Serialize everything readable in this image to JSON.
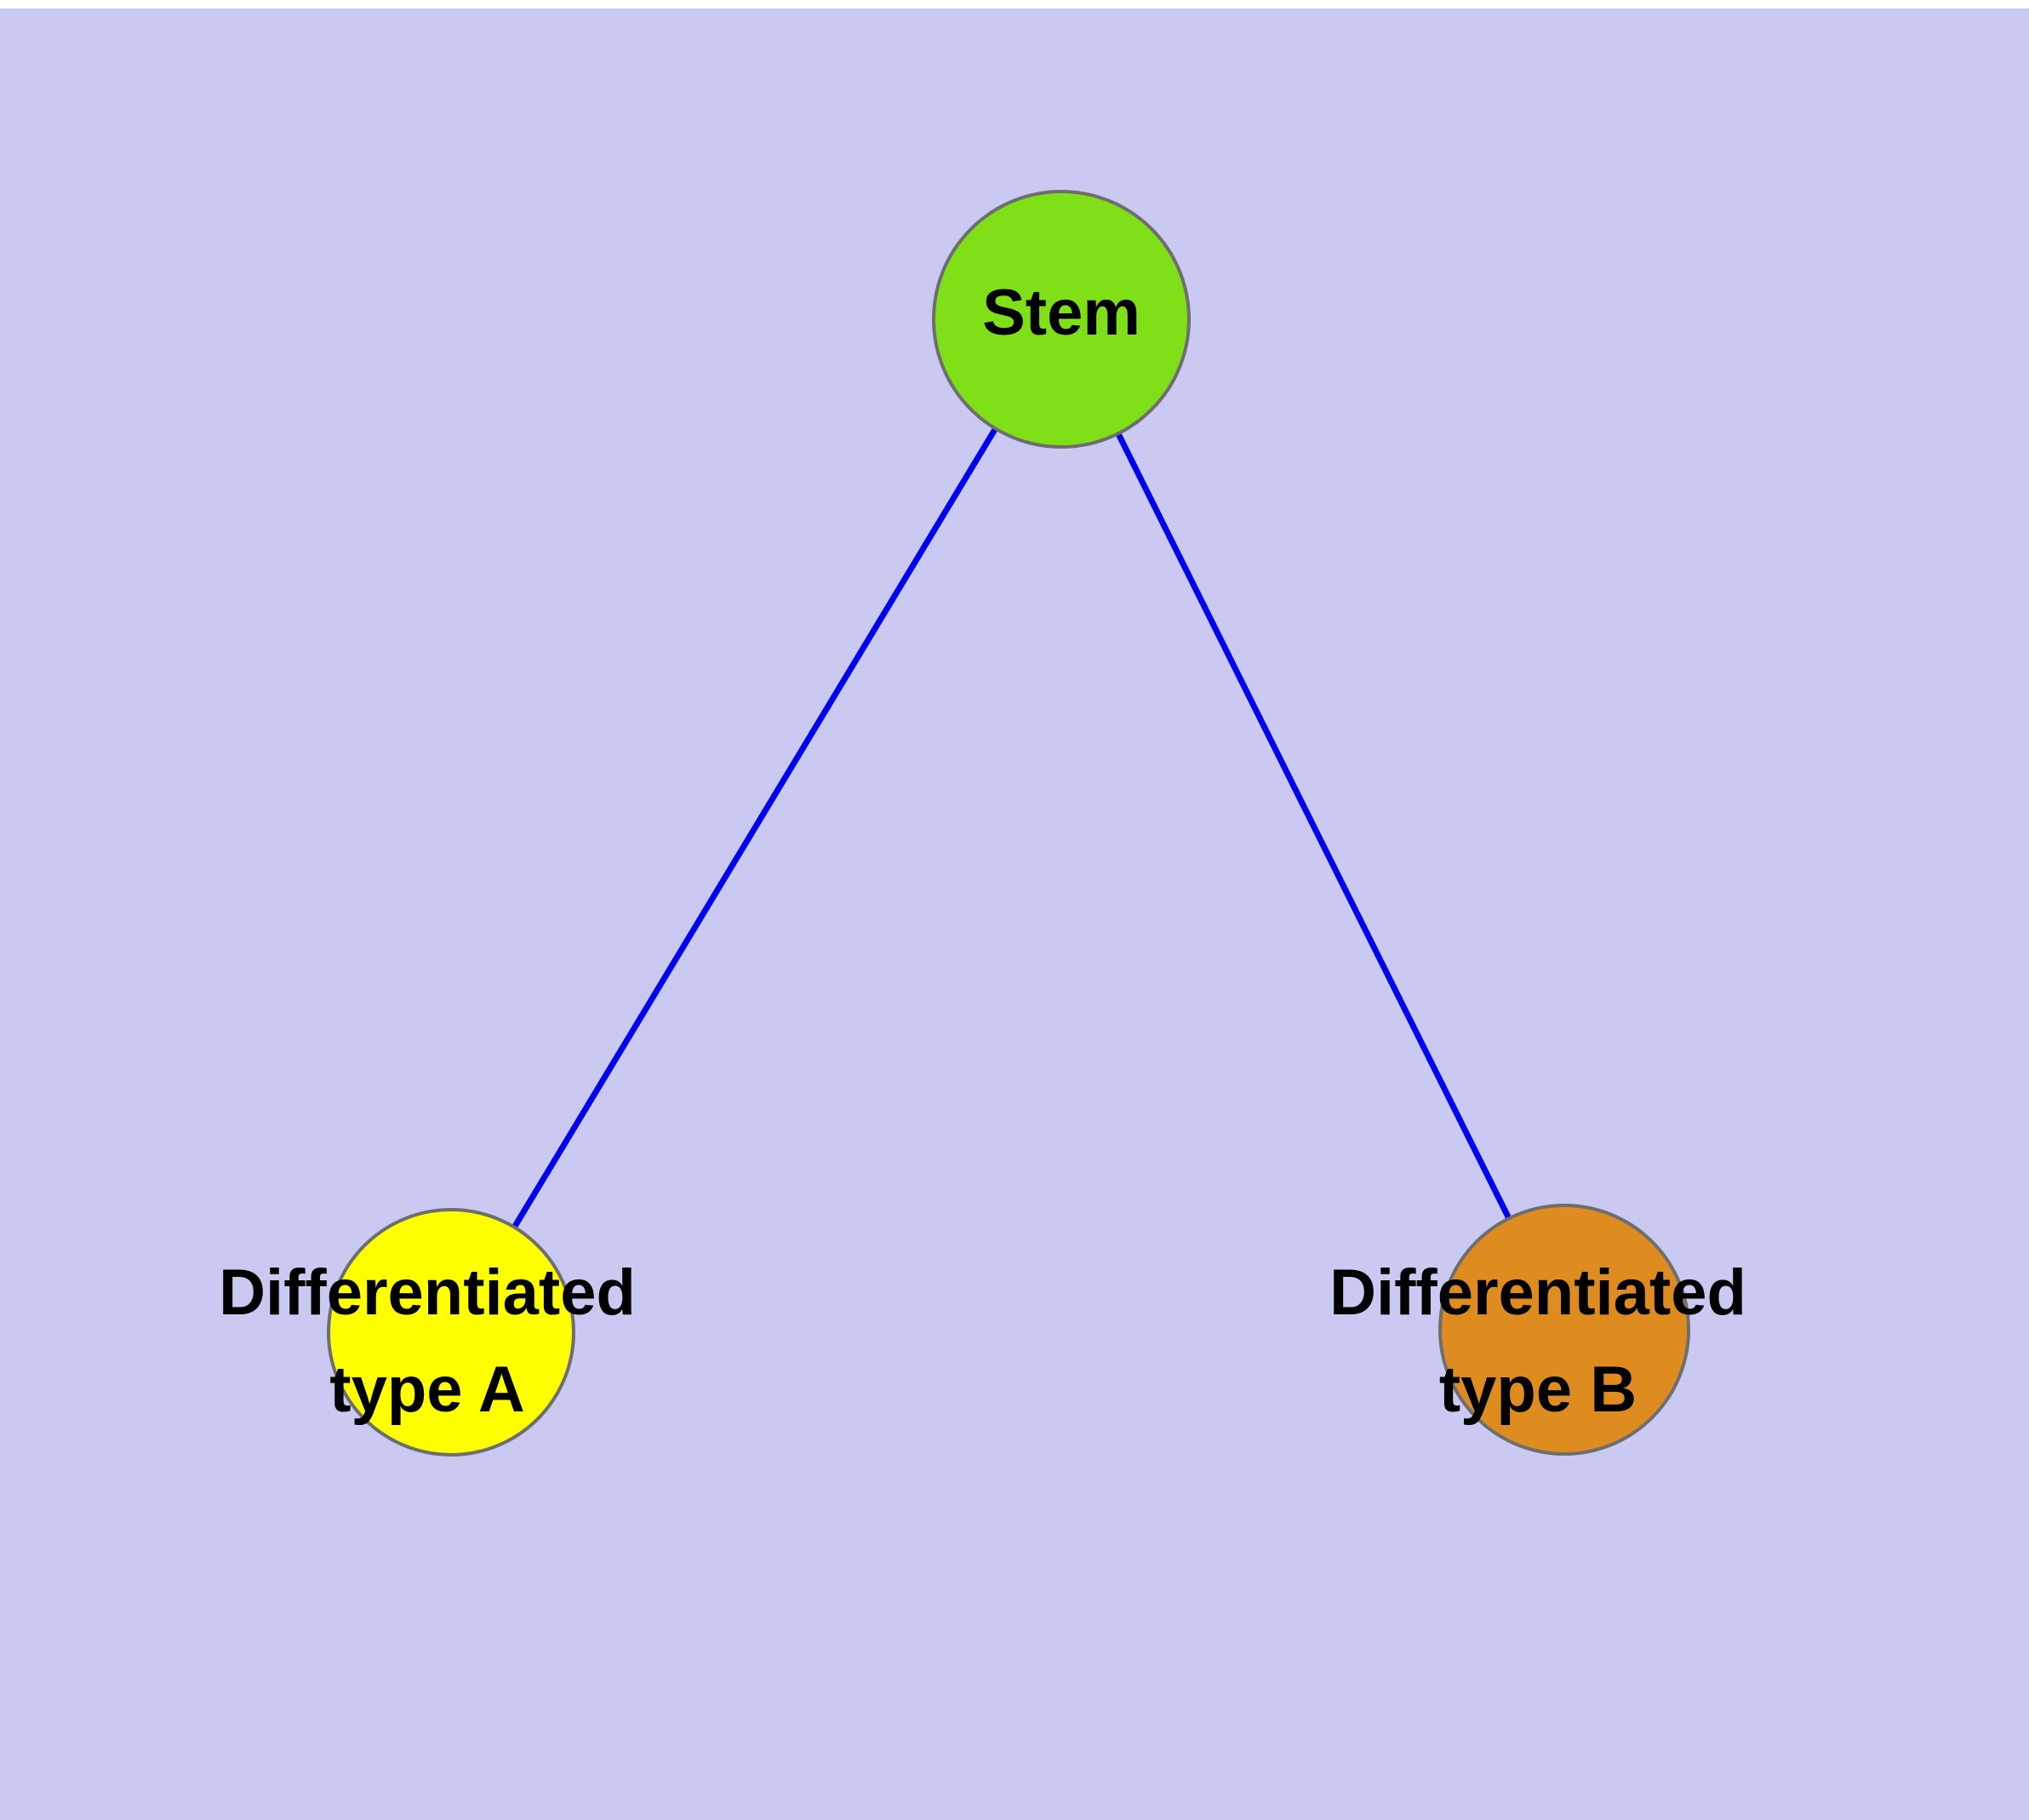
{
  "diagram": {
    "title": "",
    "background_color": "#c9c9f2",
    "edge_color": "#0000ee",
    "node_border_color": "#6e6e6e",
    "label_color": "#000000",
    "nodes": [
      {
        "id": "stem",
        "label": "Stem",
        "color": "#7fe018"
      },
      {
        "id": "type_a",
        "label": "Differentiated\ntype A",
        "color": "#ffff00"
      },
      {
        "id": "type_b",
        "label": "Differentiated\ntype B",
        "color": "#de8c20"
      }
    ],
    "edges": [
      {
        "from": "stem",
        "to": "type_a"
      },
      {
        "from": "stem",
        "to": "type_b"
      }
    ]
  }
}
